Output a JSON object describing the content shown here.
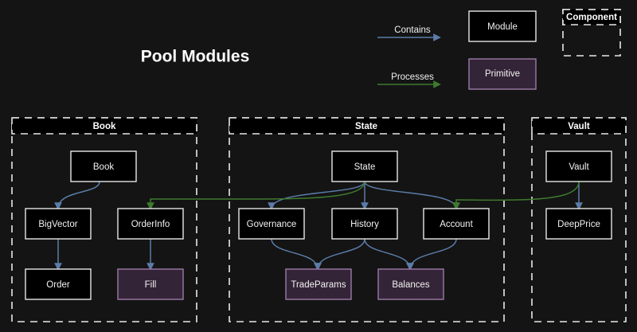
{
  "page": {
    "title": "Pool Modules",
    "background_color": "#141414"
  },
  "legend": {
    "edges": [
      {
        "label": "Contains",
        "color": "#5b7ca8",
        "kind": "contains"
      },
      {
        "label": "Processes",
        "color": "#3e7a2e",
        "kind": "processes"
      }
    ],
    "nodes": [
      {
        "label": "Module",
        "kind": "module",
        "fill": "#000000",
        "stroke": "#e8e8e8"
      },
      {
        "label": "Primitive",
        "kind": "primitive",
        "fill": "#342437",
        "stroke": "#9b7ba8"
      }
    ],
    "component": {
      "label": "Component",
      "kind": "component"
    }
  },
  "containers": [
    {
      "id": "book",
      "title": "Book",
      "nodes": [
        {
          "id": "book-module",
          "label": "Book",
          "kind": "module"
        },
        {
          "id": "bigvector",
          "label": "BigVector",
          "kind": "module"
        },
        {
          "id": "orderinfo",
          "label": "OrderInfo",
          "kind": "module"
        },
        {
          "id": "order",
          "label": "Order",
          "kind": "module"
        },
        {
          "id": "fill",
          "label": "Fill",
          "kind": "primitive"
        }
      ]
    },
    {
      "id": "state",
      "title": "State",
      "nodes": [
        {
          "id": "state-module",
          "label": "State",
          "kind": "module"
        },
        {
          "id": "governance",
          "label": "Governance",
          "kind": "module"
        },
        {
          "id": "history",
          "label": "History",
          "kind": "module"
        },
        {
          "id": "account",
          "label": "Account",
          "kind": "module"
        },
        {
          "id": "tradeparams",
          "label": "TradeParams",
          "kind": "primitive"
        },
        {
          "id": "balances",
          "label": "Balances",
          "kind": "primitive"
        }
      ]
    },
    {
      "id": "vault",
      "title": "Vault",
      "nodes": [
        {
          "id": "vault-module",
          "label": "Vault",
          "kind": "module"
        },
        {
          "id": "deepprice",
          "label": "DeepPrice",
          "kind": "module"
        }
      ]
    }
  ],
  "edges": [
    {
      "from": "book-module",
      "to": "bigvector",
      "kind": "contains"
    },
    {
      "from": "bigvector",
      "to": "order",
      "kind": "contains"
    },
    {
      "from": "orderinfo",
      "to": "fill",
      "kind": "contains"
    },
    {
      "from": "state-module",
      "to": "governance",
      "kind": "contains"
    },
    {
      "from": "state-module",
      "to": "history",
      "kind": "contains"
    },
    {
      "from": "state-module",
      "to": "account",
      "kind": "contains"
    },
    {
      "from": "governance",
      "to": "tradeparams",
      "kind": "contains"
    },
    {
      "from": "history",
      "to": "tradeparams",
      "kind": "contains"
    },
    {
      "from": "history",
      "to": "balances",
      "kind": "contains"
    },
    {
      "from": "account",
      "to": "balances",
      "kind": "contains"
    },
    {
      "from": "vault-module",
      "to": "deepprice",
      "kind": "contains"
    },
    {
      "from": "state-module",
      "to": "orderinfo",
      "kind": "processes"
    },
    {
      "from": "vault-module",
      "to": "account",
      "kind": "processes"
    }
  ]
}
